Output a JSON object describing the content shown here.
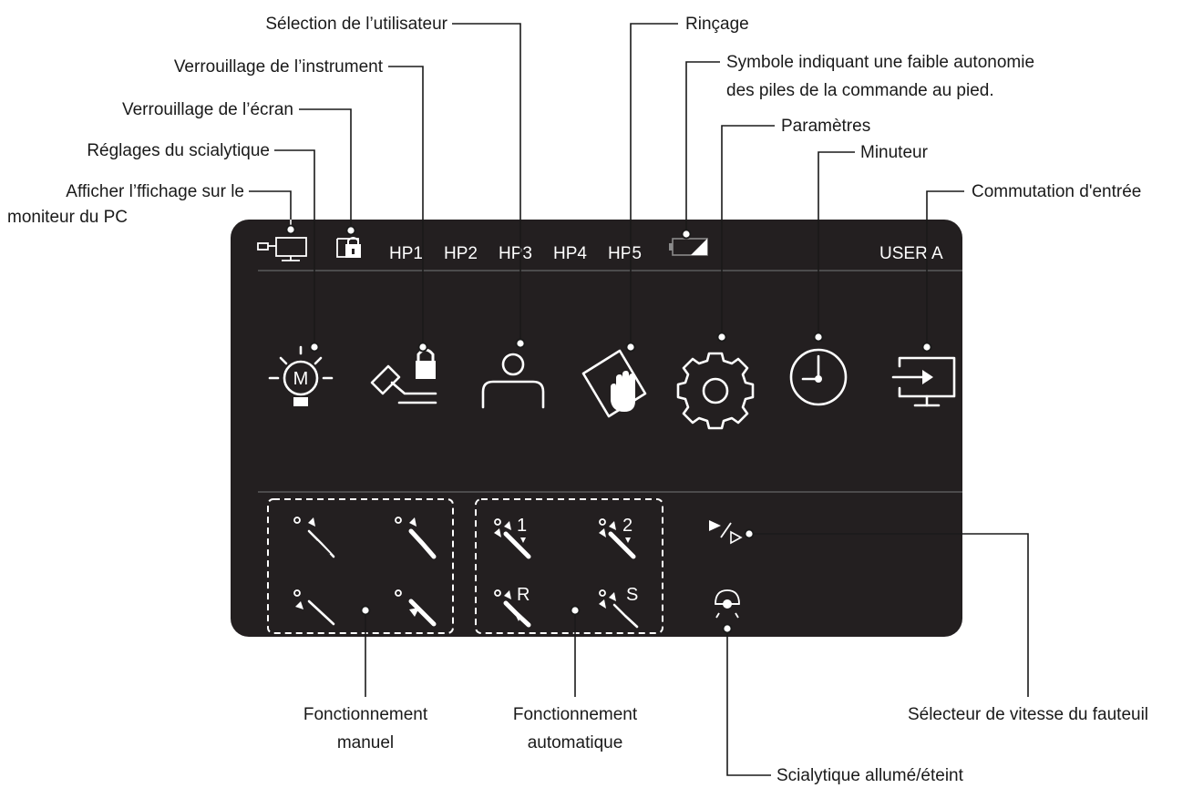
{
  "screen": {
    "status_bar": {
      "pc_monitor_icon": "pc-monitor-icon",
      "screen_lock_icon": "screen-lock-icon",
      "handpieces": [
        "HP1",
        "HP2",
        "HP3",
        "HP4",
        "HP5"
      ],
      "battery_icon": "low-battery-icon",
      "user": "USER A"
    },
    "icons": [
      {
        "name": "operating-light-settings-icon",
        "label": "Réglages du scialytique"
      },
      {
        "name": "instrument-lock-icon",
        "label": "Verrouillage de l’instrument"
      },
      {
        "name": "user-select-icon",
        "label": "Sélection de l’utilisateur"
      },
      {
        "name": "rinse-icon",
        "label": "Rinçage"
      },
      {
        "name": "settings-gear-icon",
        "label": "Paramètres"
      },
      {
        "name": "timer-clock-icon",
        "label": "Minuteur"
      },
      {
        "name": "input-switch-icon",
        "label": "Commutation d'entrée"
      }
    ],
    "manual_group": [
      "chair-manual-1",
      "chair-manual-2",
      "chair-manual-3",
      "chair-manual-4"
    ],
    "auto_group": {
      "top_left": "1",
      "top_right": "2",
      "bottom_left": "R",
      "bottom_right": "S"
    }
  },
  "callouts": {
    "pc_display_line1": "Afficher l’ffichage sur le",
    "pc_display_line2": "moniteur du PC",
    "light_settings": "Réglages du scialytique",
    "screen_lock": "Verrouillage de l’écran",
    "instrument_lock": "Verrouillage de l’instrument",
    "user_select": "Sélection de l’utilisateur",
    "rinse": "Rinçage",
    "battery_line1": "Symbole indiquant une faible autonomie",
    "battery_line2": "des piles de la commande au pied.",
    "settings": "Paramètres",
    "timer": "Minuteur",
    "input_switch": "Commutation d'entrée",
    "manual_line1": "Fonctionnement",
    "manual_line2": "manuel",
    "auto_line1": "Fonctionnement",
    "auto_line2": "automatique",
    "chair_speed": "Sélecteur de vitesse du fauteuil",
    "light_onoff": "Scialytique allumé/éteint"
  }
}
